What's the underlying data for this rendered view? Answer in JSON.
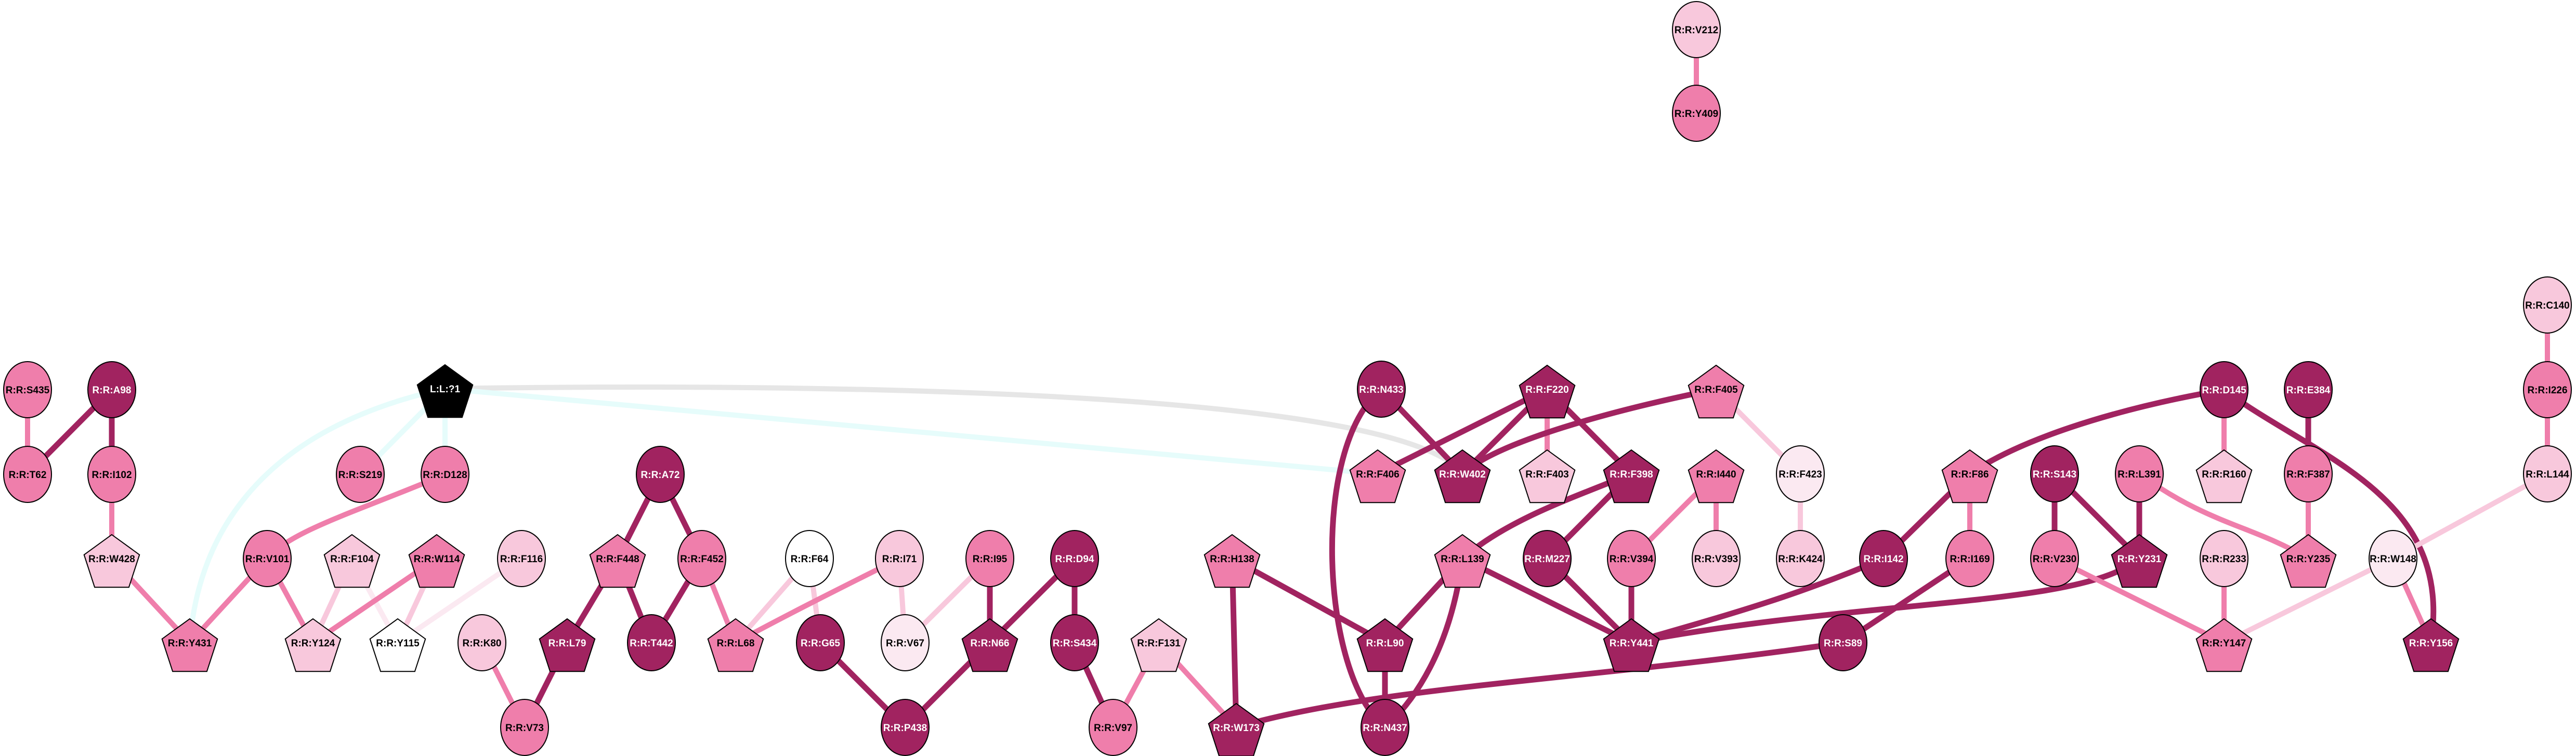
{
  "palette": {
    "dark": "#a12360",
    "medium": "#ef7eab",
    "light": "#f8c8dc",
    "verylight": "#fbe9f1",
    "white": "#ffffff",
    "ligand": "#000000",
    "edge_ligand_cyan": "#e6fcfb",
    "edge_ligand_grey": "#e6e6e6"
  },
  "graph": {
    "nodes": [
      {
        "label": "R:R:V212",
        "shape": "ellipse",
        "shade": "light"
      },
      {
        "label": "R:R:Y409",
        "shape": "ellipse",
        "shade": "medium"
      },
      {
        "label": "R:R:S435",
        "shape": "ellipse",
        "shade": "medium"
      },
      {
        "label": "R:R:A98",
        "shape": "ellipse",
        "shade": "dark"
      },
      {
        "label": "L:L:?1",
        "shape": "pentagon",
        "shade": "ligand"
      },
      {
        "label": "R:R:T62",
        "shape": "ellipse",
        "shade": "medium"
      },
      {
        "label": "R:R:I102",
        "shape": "ellipse",
        "shade": "medium"
      },
      {
        "label": "R:R:S219",
        "shape": "ellipse",
        "shade": "medium"
      },
      {
        "label": "R:R:D128",
        "shape": "ellipse",
        "shade": "medium"
      },
      {
        "label": "R:R:W428",
        "shape": "pentagon",
        "shade": "light"
      },
      {
        "label": "R:R:V101",
        "shape": "ellipse",
        "shade": "medium"
      },
      {
        "label": "R:R:F104",
        "shape": "pentagon",
        "shade": "light"
      },
      {
        "label": "R:R:W114",
        "shape": "pentagon",
        "shade": "medium"
      },
      {
        "label": "R:R:F116",
        "shape": "ellipse",
        "shade": "light"
      },
      {
        "label": "R:R:Y431",
        "shape": "pentagon",
        "shade": "medium"
      },
      {
        "label": "R:R:Y124",
        "shape": "pentagon",
        "shade": "light"
      },
      {
        "label": "R:R:Y115",
        "shape": "pentagon",
        "shade": "white"
      },
      {
        "label": "R:R:K80",
        "shape": "ellipse",
        "shade": "light"
      },
      {
        "label": "R:R:L79",
        "shape": "pentagon",
        "shade": "dark"
      },
      {
        "label": "R:R:V73",
        "shape": "ellipse",
        "shade": "medium"
      },
      {
        "label": "R:R:A72",
        "shape": "ellipse",
        "shade": "dark"
      },
      {
        "label": "R:R:F448",
        "shape": "pentagon",
        "shade": "medium"
      },
      {
        "label": "R:R:F452",
        "shape": "ellipse",
        "shade": "medium"
      },
      {
        "label": "R:R:F64",
        "shape": "ellipse",
        "shade": "white"
      },
      {
        "label": "R:R:I71",
        "shape": "ellipse",
        "shade": "light"
      },
      {
        "label": "R:R:I95",
        "shape": "ellipse",
        "shade": "medium"
      },
      {
        "label": "R:R:D94",
        "shape": "ellipse",
        "shade": "dark"
      },
      {
        "label": "R:R:T442",
        "shape": "ellipse",
        "shade": "dark"
      },
      {
        "label": "R:R:L68",
        "shape": "pentagon",
        "shade": "medium"
      },
      {
        "label": "R:R:G65",
        "shape": "ellipse",
        "shade": "dark"
      },
      {
        "label": "R:R:V67",
        "shape": "ellipse",
        "shade": "verylight"
      },
      {
        "label": "R:R:N66",
        "shape": "pentagon",
        "shade": "dark"
      },
      {
        "label": "R:R:S434",
        "shape": "ellipse",
        "shade": "dark"
      },
      {
        "label": "R:R:F131",
        "shape": "pentagon",
        "shade": "light"
      },
      {
        "label": "R:R:P438",
        "shape": "ellipse",
        "shade": "dark"
      },
      {
        "label": "R:R:V97",
        "shape": "ellipse",
        "shade": "medium"
      },
      {
        "label": "R:R:H138",
        "shape": "pentagon",
        "shade": "medium"
      },
      {
        "label": "R:R:W173",
        "shape": "pentagon",
        "shade": "dark"
      },
      {
        "label": "R:R:N433",
        "shape": "ellipse",
        "shade": "dark"
      },
      {
        "label": "R:R:F220",
        "shape": "pentagon",
        "shade": "dark"
      },
      {
        "label": "R:R:F405",
        "shape": "pentagon",
        "shade": "medium"
      },
      {
        "label": "R:R:F406",
        "shape": "pentagon",
        "shade": "medium"
      },
      {
        "label": "R:R:W402",
        "shape": "pentagon",
        "shade": "dark"
      },
      {
        "label": "R:R:F403",
        "shape": "pentagon",
        "shade": "light"
      },
      {
        "label": "R:R:F398",
        "shape": "pentagon",
        "shade": "dark"
      },
      {
        "label": "R:R:I440",
        "shape": "pentagon",
        "shade": "medium"
      },
      {
        "label": "R:R:F423",
        "shape": "ellipse",
        "shade": "verylight"
      },
      {
        "label": "R:R:L139",
        "shape": "pentagon",
        "shade": "medium"
      },
      {
        "label": "R:R:M227",
        "shape": "ellipse",
        "shade": "dark"
      },
      {
        "label": "R:R:V394",
        "shape": "ellipse",
        "shade": "medium"
      },
      {
        "label": "R:R:V393",
        "shape": "ellipse",
        "shade": "light"
      },
      {
        "label": "R:R:K424",
        "shape": "ellipse",
        "shade": "light"
      },
      {
        "label": "R:R:I142",
        "shape": "ellipse",
        "shade": "dark"
      },
      {
        "label": "R:R:L90",
        "shape": "pentagon",
        "shade": "dark"
      },
      {
        "label": "R:R:Y441",
        "shape": "pentagon",
        "shade": "dark"
      },
      {
        "label": "R:R:S89",
        "shape": "ellipse",
        "shade": "dark"
      },
      {
        "label": "R:R:N437",
        "shape": "ellipse",
        "shade": "dark"
      },
      {
        "label": "R:R:D145",
        "shape": "ellipse",
        "shade": "dark"
      },
      {
        "label": "R:R:E384",
        "shape": "ellipse",
        "shade": "dark"
      },
      {
        "label": "R:R:C140",
        "shape": "ellipse",
        "shade": "light"
      },
      {
        "label": "R:R:I226",
        "shape": "ellipse",
        "shade": "medium"
      },
      {
        "label": "R:R:F86",
        "shape": "pentagon",
        "shade": "medium"
      },
      {
        "label": "R:R:S143",
        "shape": "ellipse",
        "shade": "dark"
      },
      {
        "label": "R:R:L391",
        "shape": "ellipse",
        "shade": "medium"
      },
      {
        "label": "R:R:R160",
        "shape": "pentagon",
        "shade": "light"
      },
      {
        "label": "R:R:F387",
        "shape": "ellipse",
        "shade": "medium"
      },
      {
        "label": "R:R:L144",
        "shape": "ellipse",
        "shade": "light"
      },
      {
        "label": "R:R:I169",
        "shape": "ellipse",
        "shade": "medium"
      },
      {
        "label": "R:R:V230",
        "shape": "ellipse",
        "shade": "medium"
      },
      {
        "label": "R:R:Y231",
        "shape": "pentagon",
        "shade": "dark"
      },
      {
        "label": "R:R:R233",
        "shape": "ellipse",
        "shade": "light"
      },
      {
        "label": "R:R:Y235",
        "shape": "pentagon",
        "shade": "medium"
      },
      {
        "label": "R:R:W148",
        "shape": "ellipse",
        "shade": "verylight"
      },
      {
        "label": "R:R:Y147",
        "shape": "pentagon",
        "shade": "medium"
      },
      {
        "label": "R:R:Y156",
        "shape": "pentagon",
        "shade": "dark"
      }
    ],
    "edges": [
      {
        "from": "R:R:V212",
        "to": "R:R:Y409",
        "shade": "medium"
      },
      {
        "from": "R:R:S435",
        "to": "R:R:T62",
        "shade": "medium"
      },
      {
        "from": "R:R:A98",
        "to": "R:R:T62",
        "shade": "dark"
      },
      {
        "from": "R:R:A98",
        "to": "R:R:I102",
        "shade": "dark"
      },
      {
        "from": "R:R:I102",
        "to": "R:R:W428",
        "shade": "medium"
      },
      {
        "from": "R:R:W428",
        "to": "R:R:Y431",
        "shade": "medium"
      },
      {
        "from": "L:L:?1",
        "to": "R:R:W402",
        "shade": "edge_ligand_grey"
      },
      {
        "from": "L:L:?1",
        "to": "R:R:F406",
        "shade": "edge_ligand_cyan"
      },
      {
        "from": "L:L:?1",
        "to": "R:R:S219",
        "shade": "edge_ligand_cyan"
      },
      {
        "from": "L:L:?1",
        "to": "R:R:D128",
        "shade": "edge_ligand_cyan"
      },
      {
        "from": "L:L:?1",
        "to": "R:R:Y431",
        "shade": "edge_ligand_cyan"
      },
      {
        "from": "R:R:D128",
        "to": "R:R:V101",
        "shade": "medium"
      },
      {
        "from": "R:R:V101",
        "to": "R:R:Y431",
        "shade": "medium"
      },
      {
        "from": "R:R:V101",
        "to": "R:R:Y124",
        "shade": "medium"
      },
      {
        "from": "R:R:F104",
        "to": "R:R:Y124",
        "shade": "light"
      },
      {
        "from": "R:R:F104",
        "to": "R:R:Y115",
        "shade": "verylight"
      },
      {
        "from": "R:R:W114",
        "to": "R:R:Y124",
        "shade": "medium"
      },
      {
        "from": "R:R:W114",
        "to": "R:R:Y115",
        "shade": "light"
      },
      {
        "from": "R:R:F116",
        "to": "R:R:Y115",
        "shade": "verylight"
      },
      {
        "from": "R:R:K80",
        "to": "R:R:V73",
        "shade": "medium"
      },
      {
        "from": "R:R:L79",
        "to": "R:R:V73",
        "shade": "dark"
      },
      {
        "from": "R:R:A72",
        "to": "R:R:F448",
        "shade": "dark"
      },
      {
        "from": "R:R:A72",
        "to": "R:R:F452",
        "shade": "dark"
      },
      {
        "from": "R:R:F448",
        "to": "R:R:L79",
        "shade": "dark"
      },
      {
        "from": "R:R:F448",
        "to": "R:R:T442",
        "shade": "dark"
      },
      {
        "from": "R:R:F452",
        "to": "R:R:T442",
        "shade": "dark"
      },
      {
        "from": "R:R:F452",
        "to": "R:R:L68",
        "shade": "medium"
      },
      {
        "from": "R:R:F64",
        "to": "R:R:L68",
        "shade": "light"
      },
      {
        "from": "R:R:F64",
        "to": "R:R:G65",
        "shade": "light"
      },
      {
        "from": "R:R:I71",
        "to": "R:R:L68",
        "shade": "medium"
      },
      {
        "from": "R:R:I71",
        "to": "R:R:V67",
        "shade": "light"
      },
      {
        "from": "R:R:I95",
        "to": "R:R:V67",
        "shade": "light"
      },
      {
        "from": "R:R:I95",
        "to": "R:R:N66",
        "shade": "dark"
      },
      {
        "from": "R:R:D94",
        "to": "R:R:N66",
        "shade": "dark"
      },
      {
        "from": "R:R:D94",
        "to": "R:R:S434",
        "shade": "dark"
      },
      {
        "from": "R:R:G65",
        "to": "R:R:P438",
        "shade": "dark"
      },
      {
        "from": "R:R:N66",
        "to": "R:R:P438",
        "shade": "dark"
      },
      {
        "from": "R:R:S434",
        "to": "R:R:V97",
        "shade": "dark"
      },
      {
        "from": "R:R:F131",
        "to": "R:R:V97",
        "shade": "medium"
      },
      {
        "from": "R:R:F131",
        "to": "R:R:W173",
        "shade": "medium"
      },
      {
        "from": "R:R:H138",
        "to": "R:R:W173",
        "shade": "dark"
      },
      {
        "from": "R:R:H138",
        "to": "R:R:L90",
        "shade": "dark"
      },
      {
        "from": "R:R:L139",
        "to": "R:R:L90",
        "shade": "dark"
      },
      {
        "from": "R:R:L139",
        "to": "R:R:N437",
        "shade": "dark"
      },
      {
        "from": "R:R:L139",
        "to": "R:R:Y441",
        "shade": "dark"
      },
      {
        "from": "R:R:L90",
        "to": "R:R:N437",
        "shade": "dark"
      },
      {
        "from": "R:R:N433",
        "to": "R:R:W402",
        "shade": "dark"
      },
      {
        "from": "R:R:N433",
        "to": "R:R:N437",
        "shade": "dark"
      },
      {
        "from": "R:R:F220",
        "to": "R:R:F406",
        "shade": "dark"
      },
      {
        "from": "R:R:F220",
        "to": "R:R:W402",
        "shade": "dark"
      },
      {
        "from": "R:R:F220",
        "to": "R:R:F403",
        "shade": "medium"
      },
      {
        "from": "R:R:F220",
        "to": "R:R:F398",
        "shade": "dark"
      },
      {
        "from": "R:R:F405",
        "to": "R:R:W402",
        "shade": "dark"
      },
      {
        "from": "R:R:F405",
        "to": "R:R:F423",
        "shade": "light"
      },
      {
        "from": "R:R:F398",
        "to": "R:R:L139",
        "shade": "dark"
      },
      {
        "from": "R:R:F398",
        "to": "R:R:M227",
        "shade": "dark"
      },
      {
        "from": "R:R:M227",
        "to": "R:R:Y441",
        "shade": "dark"
      },
      {
        "from": "R:R:I440",
        "to": "R:R:V394",
        "shade": "medium"
      },
      {
        "from": "R:R:I440",
        "to": "R:R:V393",
        "shade": "medium"
      },
      {
        "from": "R:R:V394",
        "to": "R:R:Y441",
        "shade": "dark"
      },
      {
        "from": "R:R:F423",
        "to": "R:R:K424",
        "shade": "light"
      },
      {
        "from": "R:R:I142",
        "to": "R:R:Y441",
        "shade": "dark"
      },
      {
        "from": "R:R:Y441",
        "to": "R:R:Y231",
        "shade": "dark"
      },
      {
        "from": "R:R:S89",
        "to": "R:R:W173",
        "shade": "dark"
      },
      {
        "from": "R:R:I169",
        "to": "R:R:S89",
        "shade": "dark"
      },
      {
        "from": "R:R:F86",
        "to": "R:R:I142",
        "shade": "dark"
      },
      {
        "from": "R:R:F86",
        "to": "R:R:I169",
        "shade": "medium"
      },
      {
        "from": "R:R:D145",
        "to": "R:R:F86",
        "shade": "dark"
      },
      {
        "from": "R:R:D145",
        "to": "R:R:R160",
        "shade": "medium"
      },
      {
        "from": "R:R:D145",
        "to": "R:R:Y156",
        "shade": "dark"
      },
      {
        "from": "R:R:E384",
        "to": "R:R:F387",
        "shade": "dark"
      },
      {
        "from": "R:R:F387",
        "to": "R:R:Y235",
        "shade": "medium"
      },
      {
        "from": "R:R:S143",
        "to": "R:R:V230",
        "shade": "dark"
      },
      {
        "from": "R:R:S143",
        "to": "R:R:Y231",
        "shade": "dark"
      },
      {
        "from": "R:R:L391",
        "to": "R:R:Y231",
        "shade": "dark"
      },
      {
        "from": "R:R:L391",
        "to": "R:R:Y235",
        "shade": "medium"
      },
      {
        "from": "R:R:V230",
        "to": "R:R:Y147",
        "shade": "medium"
      },
      {
        "from": "R:R:R233",
        "to": "R:R:Y147",
        "shade": "medium"
      },
      {
        "from": "R:R:W148",
        "to": "R:R:Y147",
        "shade": "light"
      },
      {
        "from": "R:R:W148",
        "to": "R:R:Y156",
        "shade": "medium"
      },
      {
        "from": "R:R:L144",
        "to": "R:R:W148",
        "shade": "light"
      },
      {
        "from": "R:R:C140",
        "to": "R:R:I226",
        "shade": "medium"
      },
      {
        "from": "R:R:I226",
        "to": "R:R:L144",
        "shade": "medium"
      }
    ]
  }
}
